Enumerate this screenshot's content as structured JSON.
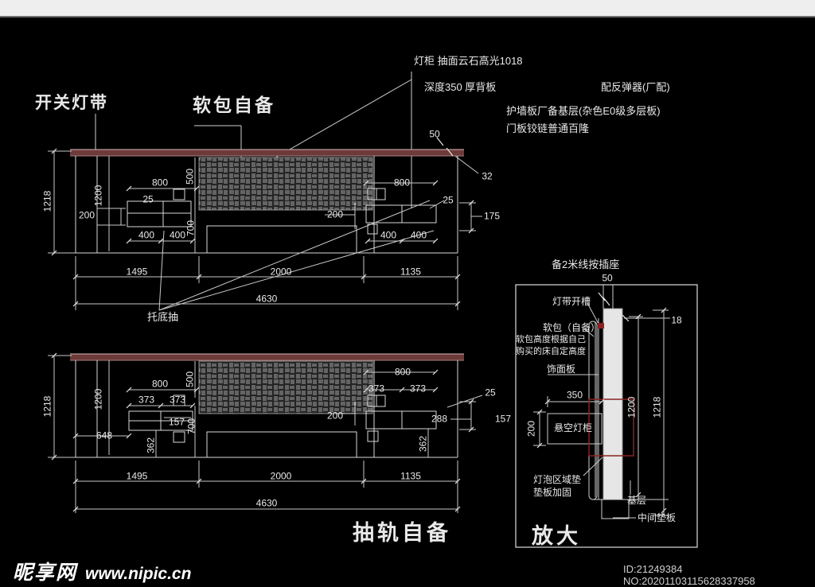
{
  "header_notes": {
    "lamp_cabinet": "灯柜 抽面云石高光1018",
    "depth": "深度350 厚背板",
    "rebound": "配反弹器(厂配)",
    "wall_panel": "护墙板厂备基层(杂色E0级多层板)",
    "hinge": "门板铰链普通百隆"
  },
  "labels": {
    "switch_light_strip": "开关灯带",
    "soft_pad": "软包自备",
    "bottom_drawer": "托底抽",
    "drawer_rail": "抽轨自备"
  },
  "upper_view": {
    "dims": {
      "height_total": "1218",
      "left_200": "200",
      "left_1200": "1200",
      "left_800": "800",
      "left_25": "25",
      "left_500": "500",
      "left_700": "700",
      "left_400a": "400",
      "left_400b": "400",
      "right_800": "800",
      "right_25": "25",
      "right_200": "200",
      "right_400a": "400",
      "right_400b": "400",
      "top_50": "50",
      "top_32": "32",
      "right_175": "175",
      "w_1495": "1495",
      "w_2000": "2000",
      "w_1135": "1135",
      "w_4630": "4630"
    }
  },
  "lower_view": {
    "dims": {
      "height_total": "1218",
      "left_1200": "1200",
      "left_800": "800",
      "left_373a": "373",
      "left_373b": "373",
      "left_500": "500",
      "left_700": "700",
      "left_157": "157",
      "left_648": "648",
      "left_362": "362",
      "right_800": "800",
      "right_373a": "373",
      "right_373b": "373",
      "right_200": "200",
      "right_288": "288",
      "right_25": "25",
      "right_157": "157",
      "right_362": "362",
      "w_1495": "1495",
      "w_2000": "2000",
      "w_1135": "1135",
      "w_4630": "4630"
    }
  },
  "detail_view": {
    "title": "备2米线按插座",
    "labels": {
      "strip_groove": "灯带开槽",
      "soft_pad": "软包（自备）",
      "soft_pad_note1": "软包高度根据自己",
      "soft_pad_note2": "购买的床自定高度",
      "veneer": "饰面板",
      "floating_cabinet": "悬空灯柜",
      "bulb_area1": "灯泡区域垫",
      "bulb_area2": "垫板加固",
      "base_layer": "基层",
      "middle_board": "中间垫板",
      "zoom_label": "放大"
    },
    "dims": {
      "d50": "50",
      "d18": "18",
      "d350": "350",
      "d200": "200",
      "d1200": "1200",
      "d1218": "1218"
    }
  },
  "footer": {
    "site_name": "昵享网",
    "site_url": "www.nipic.cn",
    "id_text": "ID:21249384 NO:20201103115628337958"
  },
  "colors": {
    "background": "#000000",
    "line": "#d9d9d9",
    "band": "#6d3a3a",
    "red_accent": "#8b2222",
    "top_strip": "#eeeeee"
  }
}
